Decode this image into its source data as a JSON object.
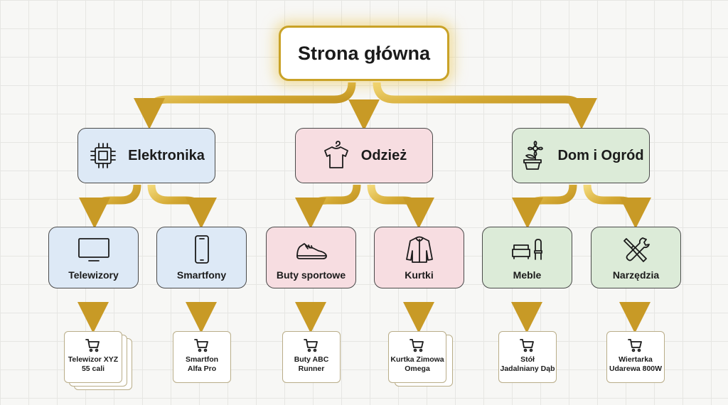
{
  "root": {
    "label": "Strona główna"
  },
  "categories": [
    {
      "label": "Elektronika",
      "icon": "chip-icon",
      "color": "#dde9f6"
    },
    {
      "label": "Odzież",
      "icon": "tshirt-icon",
      "color": "#f7dde1"
    },
    {
      "label": "Dom i Ogród",
      "icon": "flower-pot-icon",
      "color": "#dcebd8"
    }
  ],
  "subcategories": [
    {
      "label": "Telewizory",
      "icon": "tv-icon"
    },
    {
      "label": "Smartfony",
      "icon": "smartphone-icon"
    },
    {
      "label": "Buty sportowe",
      "icon": "sneaker-icon"
    },
    {
      "label": "Kurtki",
      "icon": "jacket-icon"
    },
    {
      "label": "Meble",
      "icon": "sofa-chair-icon"
    },
    {
      "label": "Narzędzia",
      "icon": "tools-icon"
    }
  ],
  "products": [
    {
      "line1": "Telewizor XYZ",
      "line2": "55 cali",
      "icon": "cart-icon"
    },
    {
      "line1": "Smartfon",
      "line2": "Alfa Pro",
      "icon": "cart-icon"
    },
    {
      "line1": "Buty ABC",
      "line2": "Runner",
      "icon": "cart-icon"
    },
    {
      "line1": "Kurtka Zimowa",
      "line2": "Omega",
      "icon": "cart-icon"
    },
    {
      "line1": "Stół",
      "line2": "Jadalniany Dąb",
      "icon": "cart-icon"
    },
    {
      "line1": "Wiertarka",
      "line2": "Udarewa 800W",
      "icon": "cart-icon"
    }
  ],
  "colors": {
    "connector": "#c9a227",
    "connector_light": "#f0d070"
  }
}
